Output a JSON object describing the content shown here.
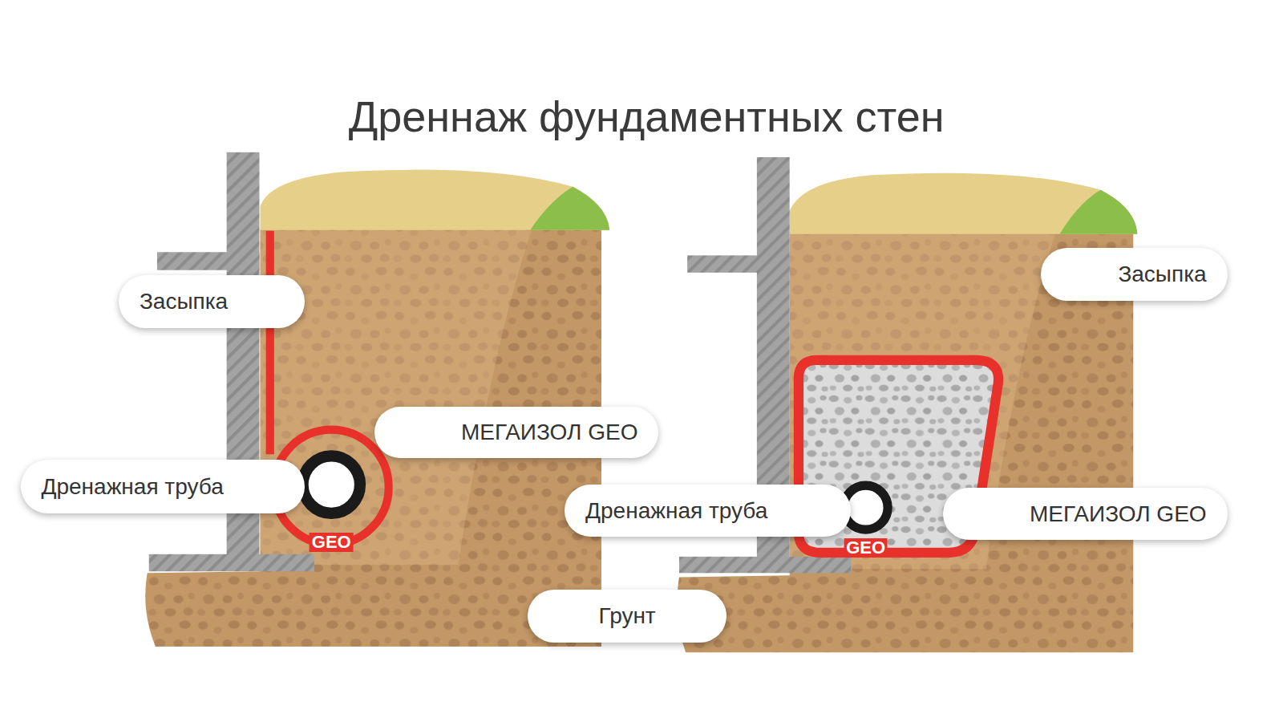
{
  "diagram": {
    "title": "Дреннаж фундаментных стен",
    "nodes": [
      {
        "text": [
          "Засыпка"
        ]
      },
      {
        "text": [
          "Засыпка"
        ]
      },
      {
        "text": [
          "МЕГАИЗОЛ GEO"
        ]
      },
      {
        "text": [
          "Дренажная труба"
        ]
      },
      {
        "text": [
          "Дренажная труба"
        ]
      },
      {
        "text": [
          "МЕГАИЗОЛ GEO"
        ]
      },
      {
        "text": [
          "Грунт"
        ]
      }
    ],
    "labels": [
      "GEO",
      "GEO"
    ]
  }
}
